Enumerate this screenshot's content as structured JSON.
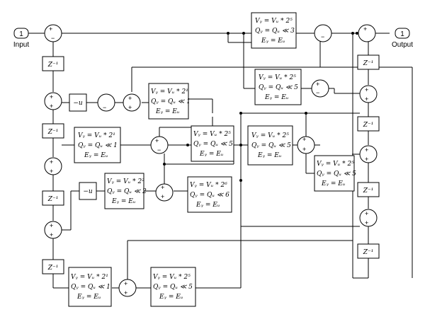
{
  "ports": {
    "input_number": "1",
    "input_label": "Input",
    "output_number": "1",
    "output_label": "Output"
  },
  "delay_label": "Z⁻¹",
  "negate_label": "−u",
  "shift": {
    "e_line": "Eᵧ = Eᵤ"
  },
  "shift_blocks": [
    {
      "v": "Vᵧ = Vᵤ * 2⁵",
      "q": "Qᵧ = Qᵤ ≪ 3"
    },
    {
      "v": "Vᵧ = Vᵤ * 2⁵",
      "q": "Qᵧ = Qᵤ ≪ 5"
    },
    {
      "v": "Vᵧ = Vᵤ * 2¹",
      "q": "Qᵧ = Qᵤ ≪ 1"
    },
    {
      "v": "Vᵧ = Vᵤ * 2¹",
      "q": "Qᵧ = Qᵤ ≪ 1"
    },
    {
      "v": "Vᵧ = Vᵤ * 2⁵",
      "q": "Qᵧ = Qᵤ ≪ 5"
    },
    {
      "v": "Vᵧ = Vᵤ * 2⁵",
      "q": "Qᵧ = Qᵤ ≪ 5"
    },
    {
      "v": "Vᵧ = Vᵤ * 2⁵",
      "q": "Qᵧ = Qᵤ ≪ 5"
    },
    {
      "v": "Vᵧ = Vᵤ * 2²",
      "q": "Qᵧ = Qᵤ ≪ 2"
    },
    {
      "v": "Vᵧ = Vᵤ * 2⁶",
      "q": "Qᵧ = Qᵤ ≪ 6"
    },
    {
      "v": "Vᵧ = Vᵤ * 2¹",
      "q": "Qᵧ = Qᵤ ≪ 1"
    },
    {
      "v": "Vᵧ = Vᵤ * 2⁵",
      "q": "Qᵧ = Qᵤ ≪ 5"
    }
  ],
  "signs": {
    "plus": "+",
    "minus": "−"
  }
}
